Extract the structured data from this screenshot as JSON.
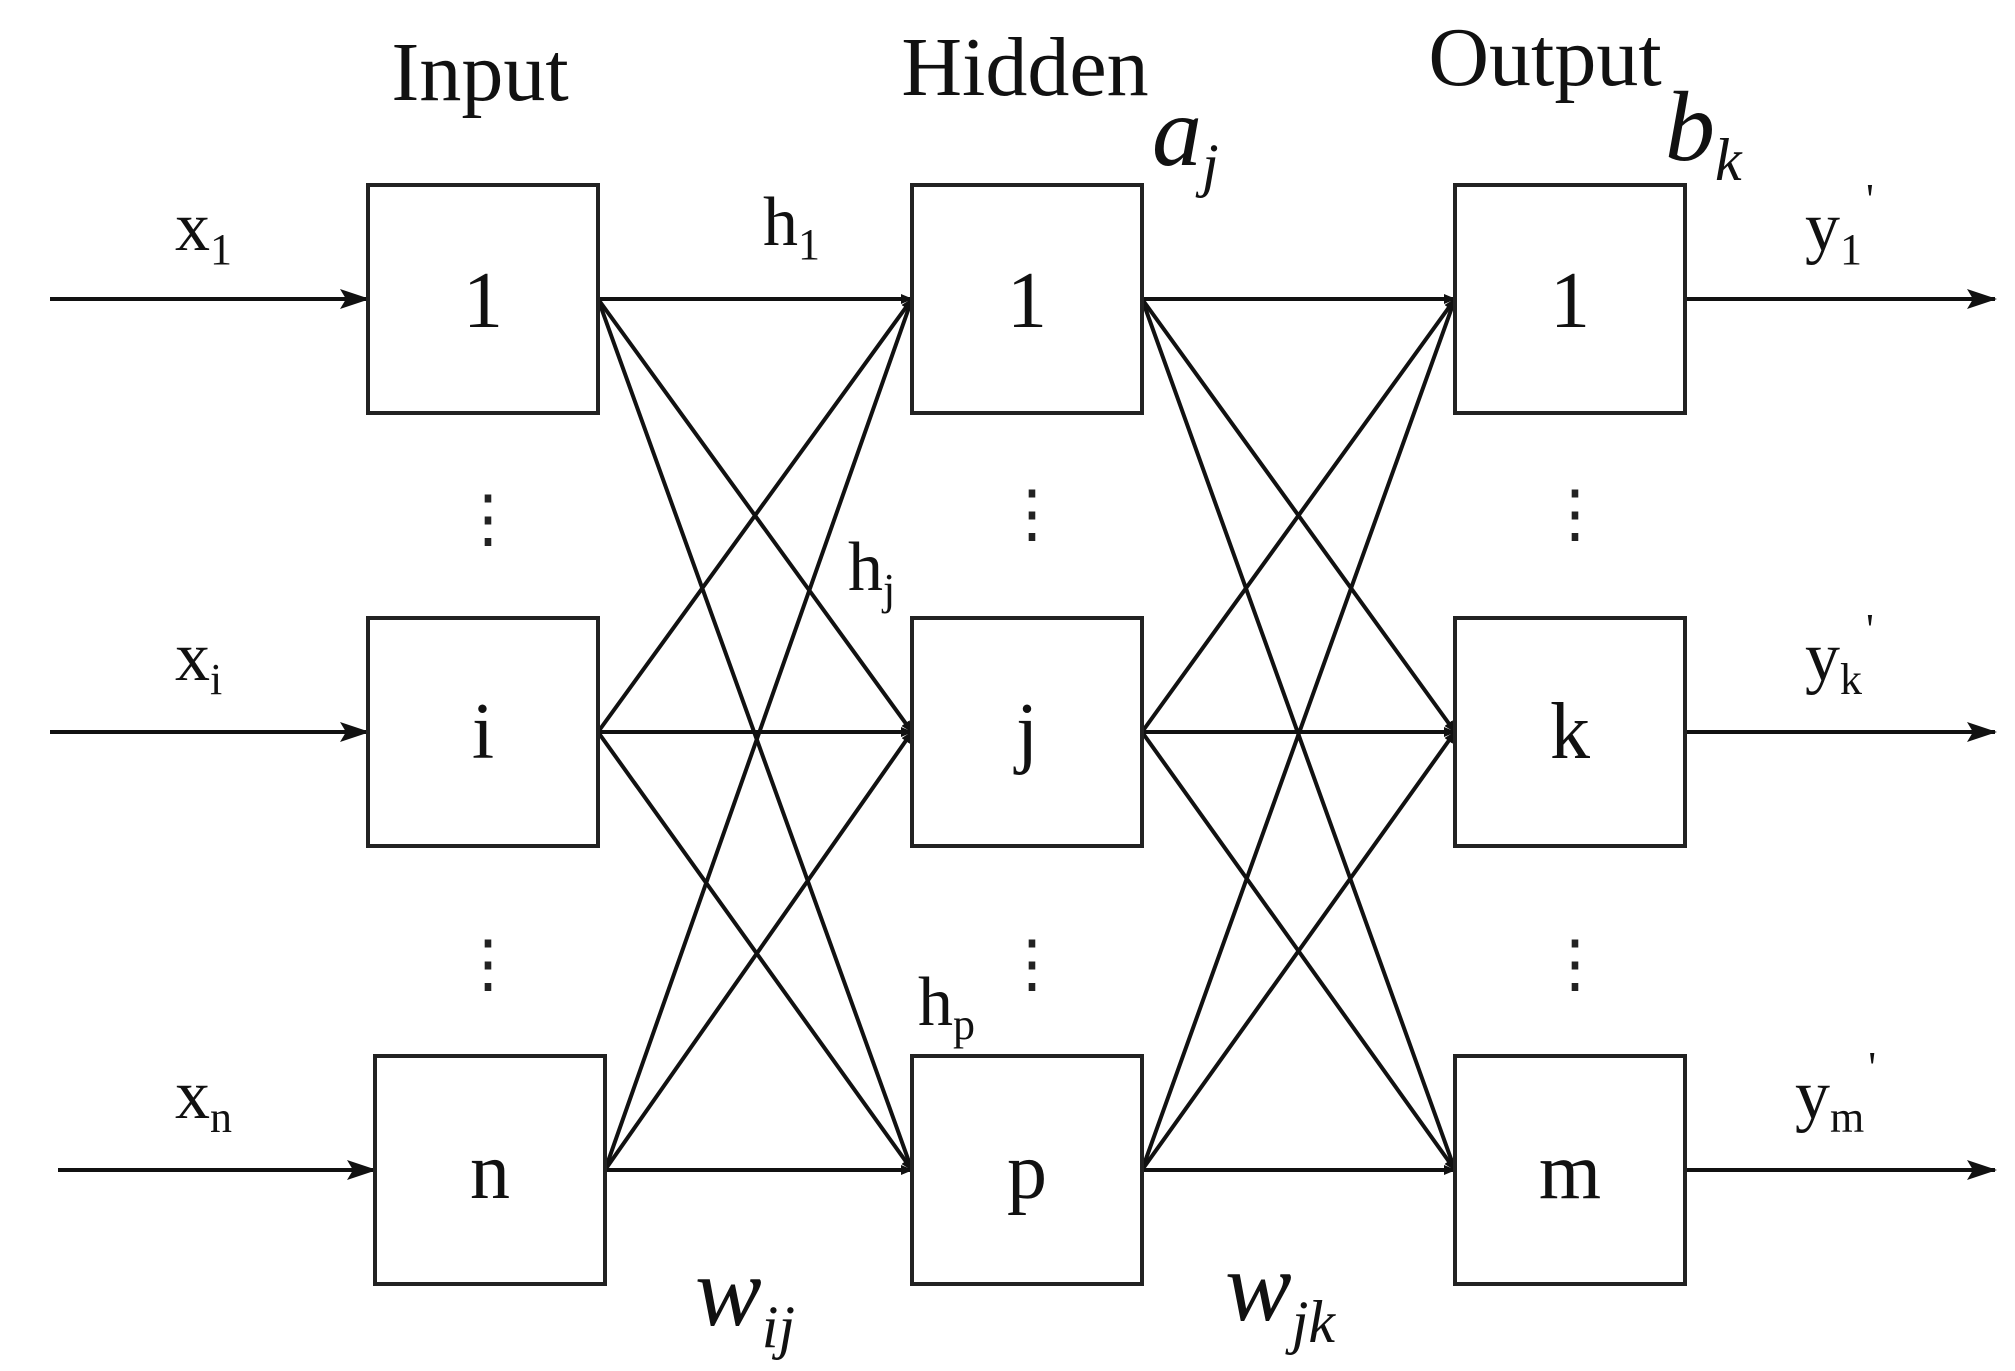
{
  "layers": {
    "input": "Input",
    "hidden": "Hidden",
    "output": "Output"
  },
  "nodes": {
    "input": [
      "1",
      "i",
      "n"
    ],
    "hidden": [
      "1",
      "j",
      "p"
    ],
    "output": [
      "1",
      "k",
      "m"
    ]
  },
  "inputs": [
    {
      "base": "x",
      "sub": "1"
    },
    {
      "base": "x",
      "sub": "i"
    },
    {
      "base": "x",
      "sub": "n"
    }
  ],
  "hidden_signals": [
    {
      "base": "h",
      "sub": "1"
    },
    {
      "base": "h",
      "sub": "j"
    },
    {
      "base": "h",
      "sub": "p"
    }
  ],
  "outputs": [
    {
      "base": "y",
      "sub": "1",
      "prime": "'"
    },
    {
      "base": "y",
      "sub": "k",
      "prime": "'"
    },
    {
      "base": "y",
      "sub": "m",
      "prime": "'"
    }
  ],
  "biases": {
    "hidden": {
      "base": "a",
      "sub": "j"
    },
    "output": {
      "base": "b",
      "sub": "k"
    }
  },
  "weights": {
    "input_hidden": {
      "base": "w",
      "sub": "ij"
    },
    "hidden_output": {
      "base": "w",
      "sub": "jk"
    }
  },
  "ellipsis": "⋮",
  "colors": {
    "stroke": "#111111",
    "background": "#ffffff"
  }
}
